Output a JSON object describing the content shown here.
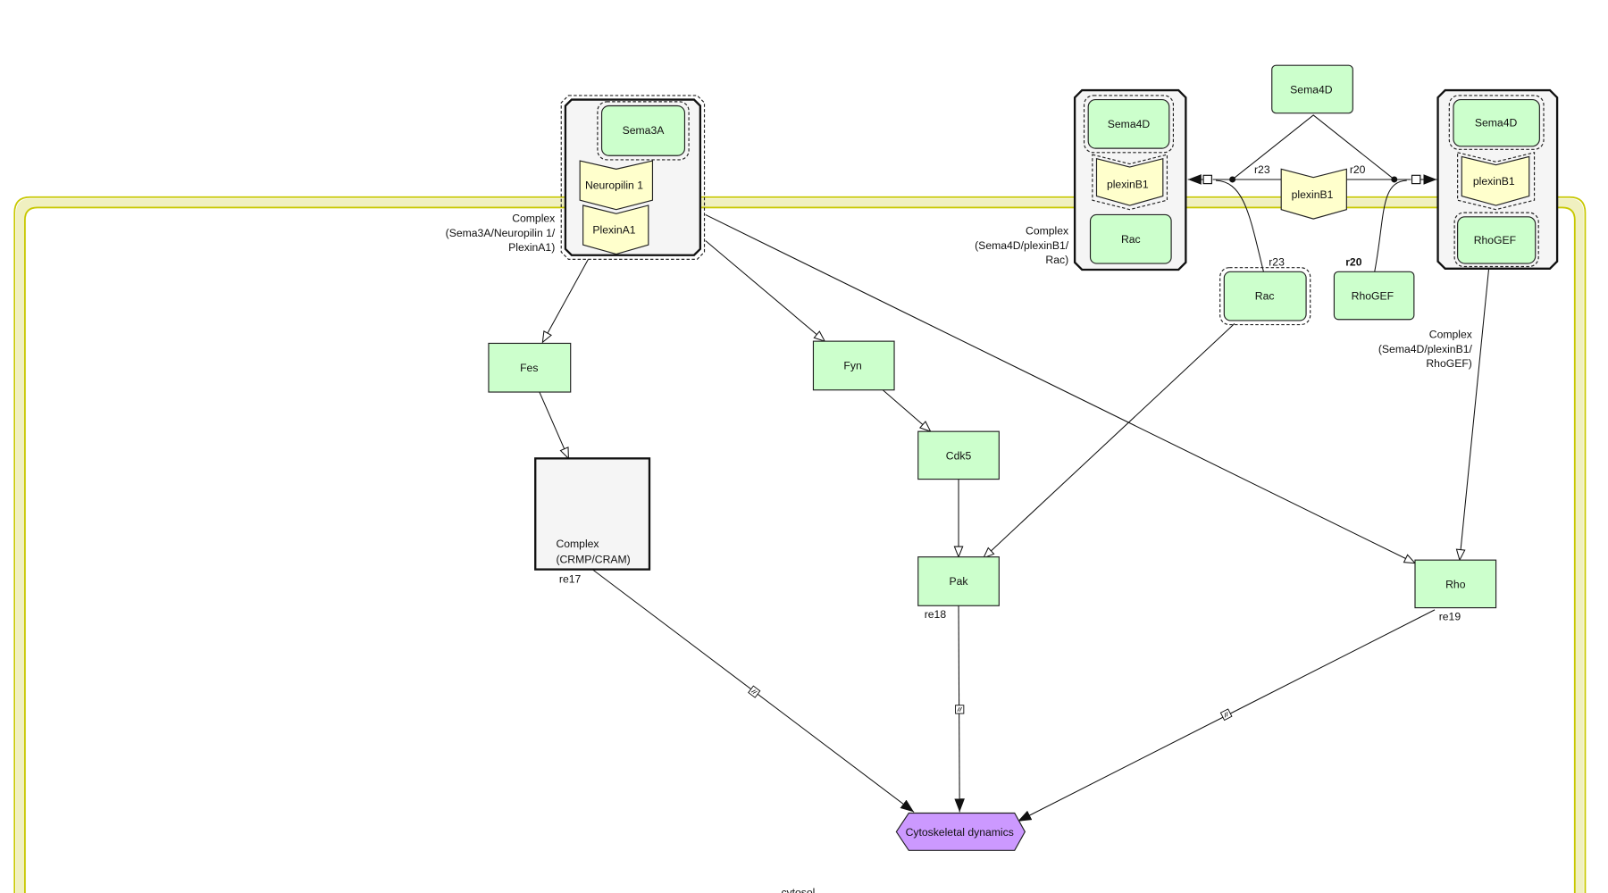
{
  "compartment": {
    "label": "cytosol",
    "colors": {
      "band": "#f0f0c0",
      "stroke": "#c8c800"
    }
  },
  "complexes": {
    "sema3a": {
      "label_lines": [
        "Complex",
        "(Sema3A/Neuropilin 1/",
        "PlexinA1)"
      ],
      "members": [
        "Sema3A",
        "Neuropilin 1",
        "PlexinA1"
      ]
    },
    "sema4d_rac": {
      "label_lines": [
        "Complex",
        "(Sema4D/plexinB1/",
        "Rac)"
      ],
      "members": [
        "Sema4D",
        "plexinB1",
        "Rac"
      ]
    },
    "sema4d_rhogef": {
      "label_lines": [
        "Complex",
        "(Sema4D/plexinB1/",
        "RhoGEF)"
      ],
      "members": [
        "Sema4D",
        "plexinB1",
        "RhoGEF"
      ]
    },
    "crmp": {
      "label_lines": [
        "Complex",
        "(CRMP/CRAM)"
      ]
    }
  },
  "nodes": {
    "sema4d_top": "Sema4D",
    "plexinb1_mid": "plexinB1",
    "rac": "Rac",
    "rhogef": "RhoGEF",
    "fes": "Fes",
    "fyn": "Fyn",
    "cdk5": "Cdk5",
    "pak": "Pak",
    "rho": "Rho",
    "phenotype": "Cytoskeletal dynamics"
  },
  "reactions": {
    "r23": "r23",
    "r20": "r20",
    "r23b": "r23",
    "r20b": "r20",
    "re17": "re17",
    "re18": "re18",
    "re19": "re19"
  },
  "colors": {
    "protein": "#ccffcc",
    "receptor": "#ffffcc",
    "phenotype": "#cc99ff",
    "complex": "#f5f5f5"
  }
}
